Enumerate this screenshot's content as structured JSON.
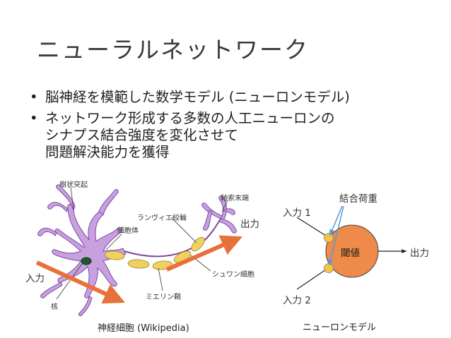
{
  "slide": {
    "title": "ニューラルネットワーク",
    "bullets": [
      {
        "lines": [
          "脳神経を模範した数学モデル (ニューロンモデル)"
        ]
      },
      {
        "lines": [
          "ネットワーク形成する多数の人工ニューロンの",
          "シナプス結合強度を変化させて",
          "問題解決能力を獲得"
        ]
      }
    ]
  },
  "neuron_figure": {
    "labels": {
      "dendrite": "樹状突起",
      "axon_terminal": "軸索末端",
      "ranvier": "ランヴィエ絞輪",
      "soma": "細胞体",
      "output": "出力",
      "input": "入力",
      "schwann": "シュワン細胞",
      "myelin": "ミエリン鞘",
      "nucleus": "核"
    },
    "caption": "神経細胞 (Wikipedia)"
  },
  "model_figure": {
    "weights_label": "結合荷重",
    "input1": "入力 1",
    "input2": "入力 2",
    "threshold": "閾値",
    "output": "出力",
    "caption": "ニューロンモデル"
  },
  "colors": {
    "neuron_purple": "#c8a0e0",
    "neuron_outline": "#7a4aa0",
    "myelin_yellow": "#f0d060",
    "arrow_orange": "#e8703a",
    "node_orange": "#ee8a4a",
    "input_dot": "#f4c542",
    "weight_line": "#5b9bd5"
  }
}
